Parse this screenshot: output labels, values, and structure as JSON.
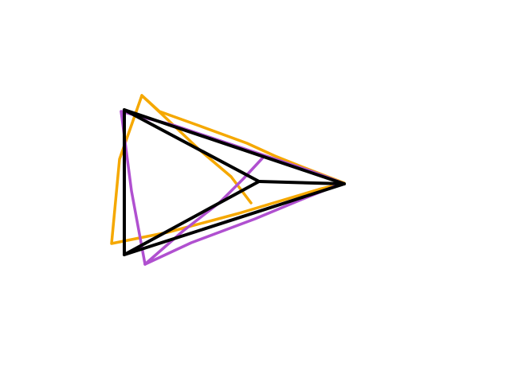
{
  "canvas": {
    "background": "#ffffff"
  },
  "strokes": [
    {
      "name": "orange-triangle",
      "color": "#f5a800"
    },
    {
      "name": "orange-inner-line",
      "color": "#f5a800"
    },
    {
      "name": "purple-triangle",
      "color": "#b050d0"
    },
    {
      "name": "purple-inner-line",
      "color": "#b050d0"
    },
    {
      "name": "black-triangle",
      "color": "#000000"
    },
    {
      "name": "black-inner-lines",
      "color": "#000000"
    }
  ]
}
